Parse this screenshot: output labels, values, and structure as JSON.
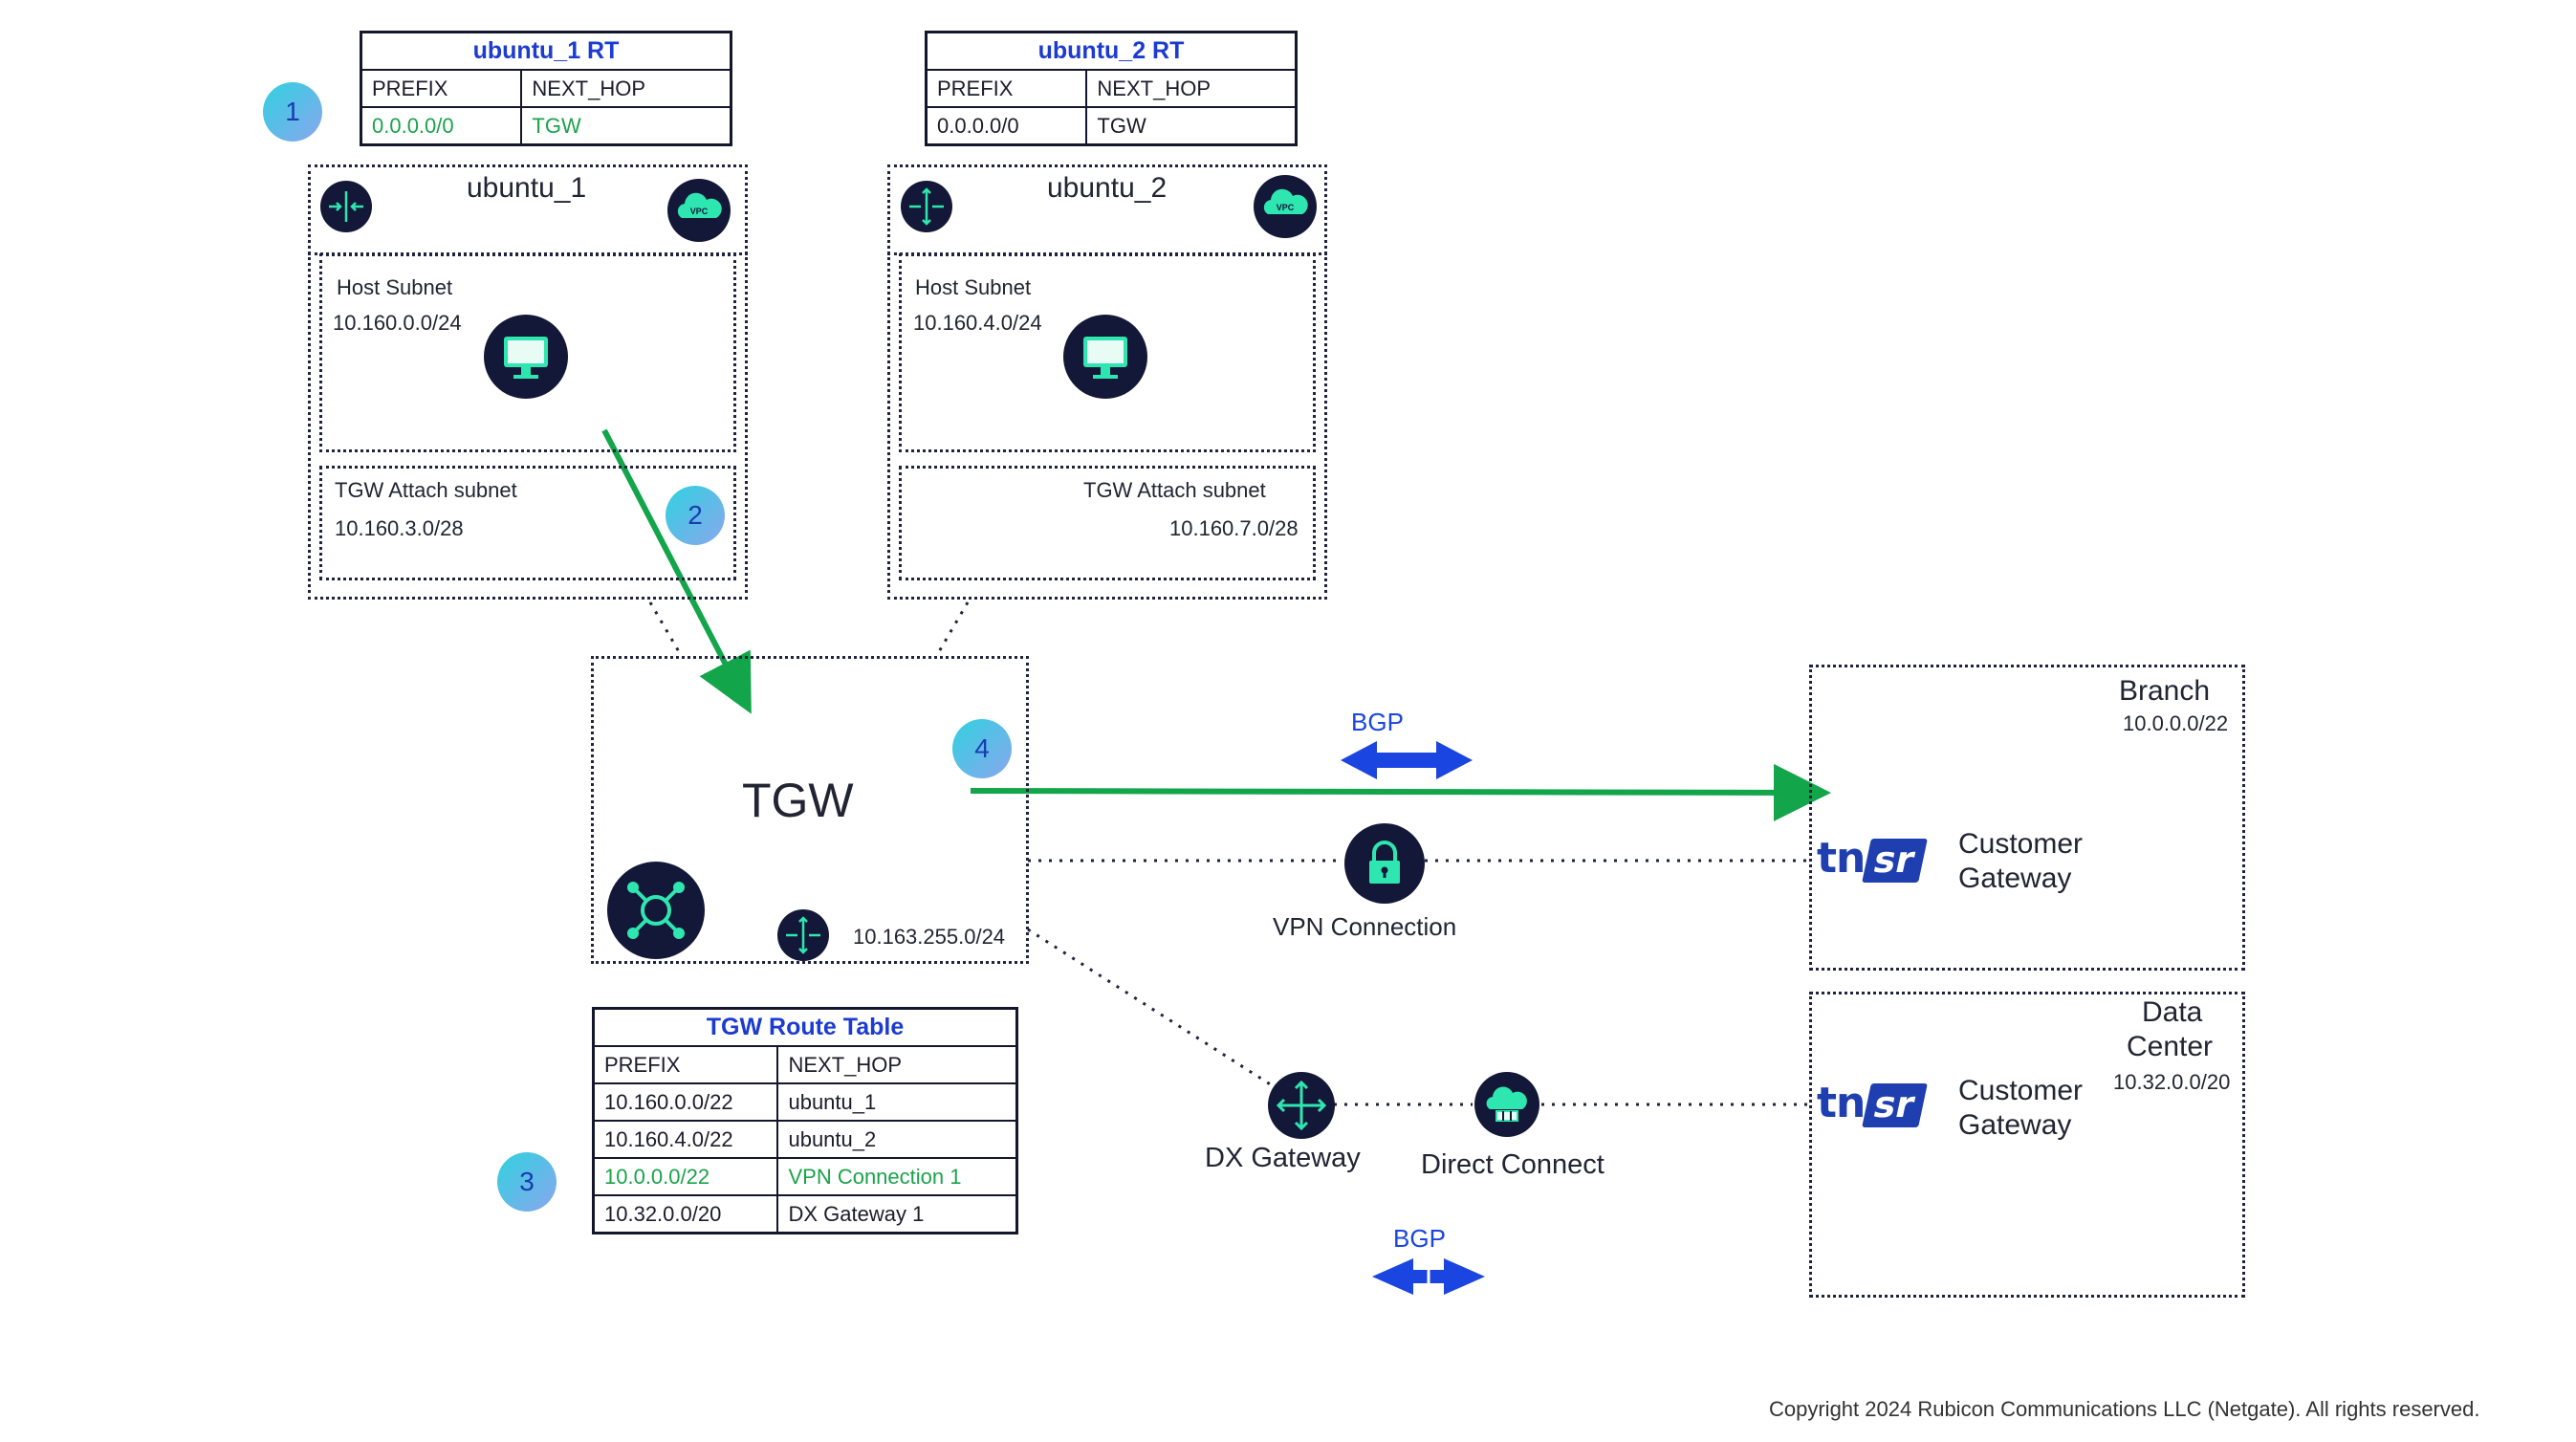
{
  "ubuntu1_rt": {
    "title": "ubuntu_1 RT",
    "headers": [
      "PREFIX",
      "NEXT_HOP"
    ],
    "rows": [
      [
        "0.0.0.0/0",
        "TGW"
      ]
    ]
  },
  "ubuntu2_rt": {
    "title": "ubuntu_2 RT",
    "headers": [
      "PREFIX",
      "NEXT_HOP"
    ],
    "rows": [
      [
        "0.0.0.0/0",
        "TGW"
      ]
    ]
  },
  "vpc1": {
    "name": "ubuntu_1",
    "host_subnet_label": "Host Subnet",
    "host_subnet_cidr": "10.160.0.0/24",
    "tgw_subnet_label": "TGW Attach subnet",
    "tgw_subnet_cidr": "10.160.3.0/28"
  },
  "vpc2": {
    "name": "ubuntu_2",
    "host_subnet_label": "Host Subnet",
    "host_subnet_cidr": "10.160.4.0/24",
    "tgw_subnet_label": "TGW Attach subnet",
    "tgw_subnet_cidr": "10.160.7.0/28"
  },
  "tgw": {
    "label": "TGW",
    "cidr": "10.163.255.0/24"
  },
  "tgw_rt": {
    "title": "TGW Route Table",
    "headers": [
      "PREFIX",
      "NEXT_HOP"
    ],
    "rows": [
      [
        "10.160.0.0/22",
        "ubuntu_1"
      ],
      [
        "10.160.4.0/22",
        "ubuntu_2"
      ],
      [
        "10.0.0.0/22",
        "VPN Connection 1"
      ],
      [
        "10.32.0.0/20",
        "DX Gateway 1"
      ]
    ]
  },
  "badges": [
    "1",
    "2",
    "3",
    "4"
  ],
  "bgp_top": "BGP",
  "bgp_bottom": "BGP",
  "vpn_label": "VPN Connection",
  "dx_gateway_label": "DX Gateway",
  "direct_connect_label": "Direct Connect",
  "branch": {
    "name": "Branch",
    "cidr": "10.0.0.0/22",
    "gateway_line1": "Customer",
    "gateway_line2": "Gateway"
  },
  "datacenter": {
    "name_line1": "Data",
    "name_line2": "Center",
    "cidr": "10.32.0.0/20",
    "gateway_line1": "Customer",
    "gateway_line2": "Gateway"
  },
  "logo": {
    "tn": "tn",
    "sr": "sr"
  },
  "vpc_badge": "VPC",
  "copyright": "Copyright 2024 Rubicon Communications LLC (Netgate). All rights reserved.",
  "colors": {
    "arrow_green": "#12a54a",
    "bgp_blue": "#1a45e0",
    "icon_navy": "#141838",
    "icon_accent": "#2ee6b0",
    "title_blue": "#1b3bd1"
  },
  "icons": [
    "router-icon",
    "vpc-cloud-icon",
    "monitor-icon",
    "tgw-hub-icon",
    "vpn-lock-icon",
    "dx-gateway-icon",
    "direct-connect-icon"
  ]
}
